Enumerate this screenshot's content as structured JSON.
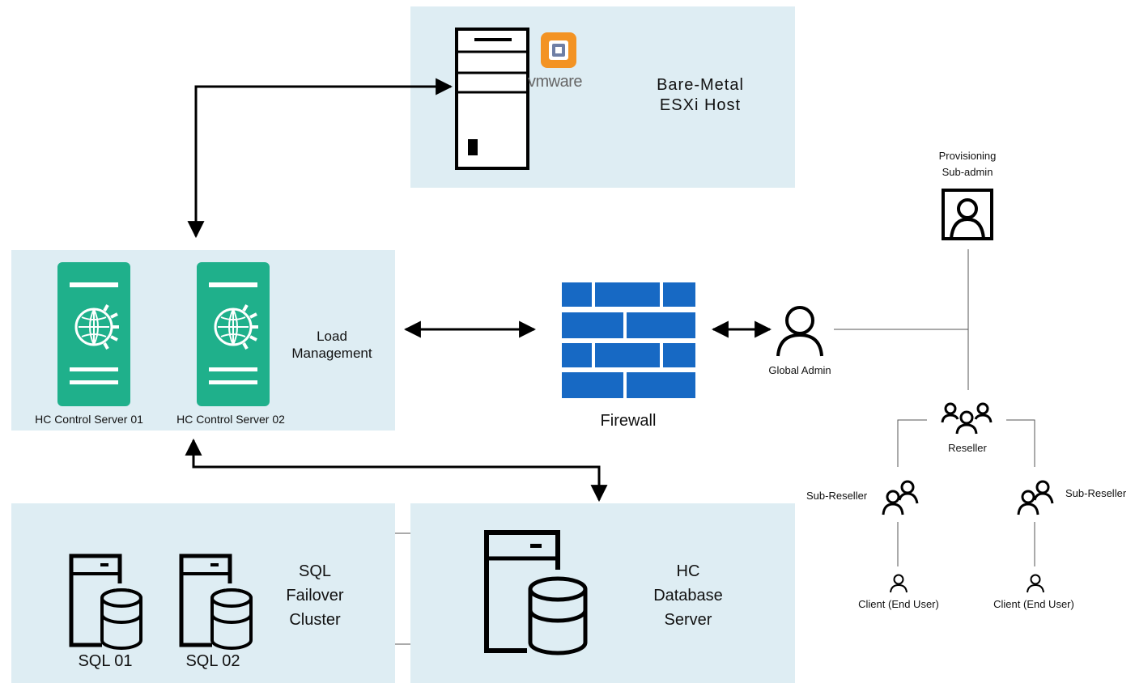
{
  "esxi": {
    "line1": "Bare-Metal",
    "line2": "ESXi Host",
    "vmware_logo": "vmware"
  },
  "load": {
    "line1": "Load",
    "line2": "Management",
    "server1": "HC Control Server 01",
    "server2": "HC Control Server 02"
  },
  "firewall": {
    "label": "Firewall"
  },
  "sql": {
    "line1": "SQL",
    "line2": "Failover",
    "line3": "Cluster",
    "server1": "SQL 01",
    "server2": "SQL 02"
  },
  "db": {
    "line1": "HC",
    "line2": "Database",
    "line3": "Server"
  },
  "people": {
    "provisioning_line1": "Provisioning",
    "provisioning_line2": "Sub-admin",
    "global_admin": "Global Admin",
    "reseller": "Reseller",
    "sub_reseller_left": "Sub-Reseller",
    "sub_reseller_right": "Sub-Reseller",
    "client_left": "Client (End User)",
    "client_right": "Client (End User)"
  },
  "colors": {
    "panel": "#deedf3",
    "server_green": "#1fb08b",
    "firewall_blue": "#1769c4",
    "vmware_orange": "#f39323"
  },
  "icons": [
    "server-tower-icon",
    "vmware-logo-icon",
    "control-server-icon",
    "firewall-icon",
    "database-server-icon",
    "admin-user-icon",
    "user-icon",
    "group-icon",
    "subgroup-icon",
    "client-icon"
  ]
}
